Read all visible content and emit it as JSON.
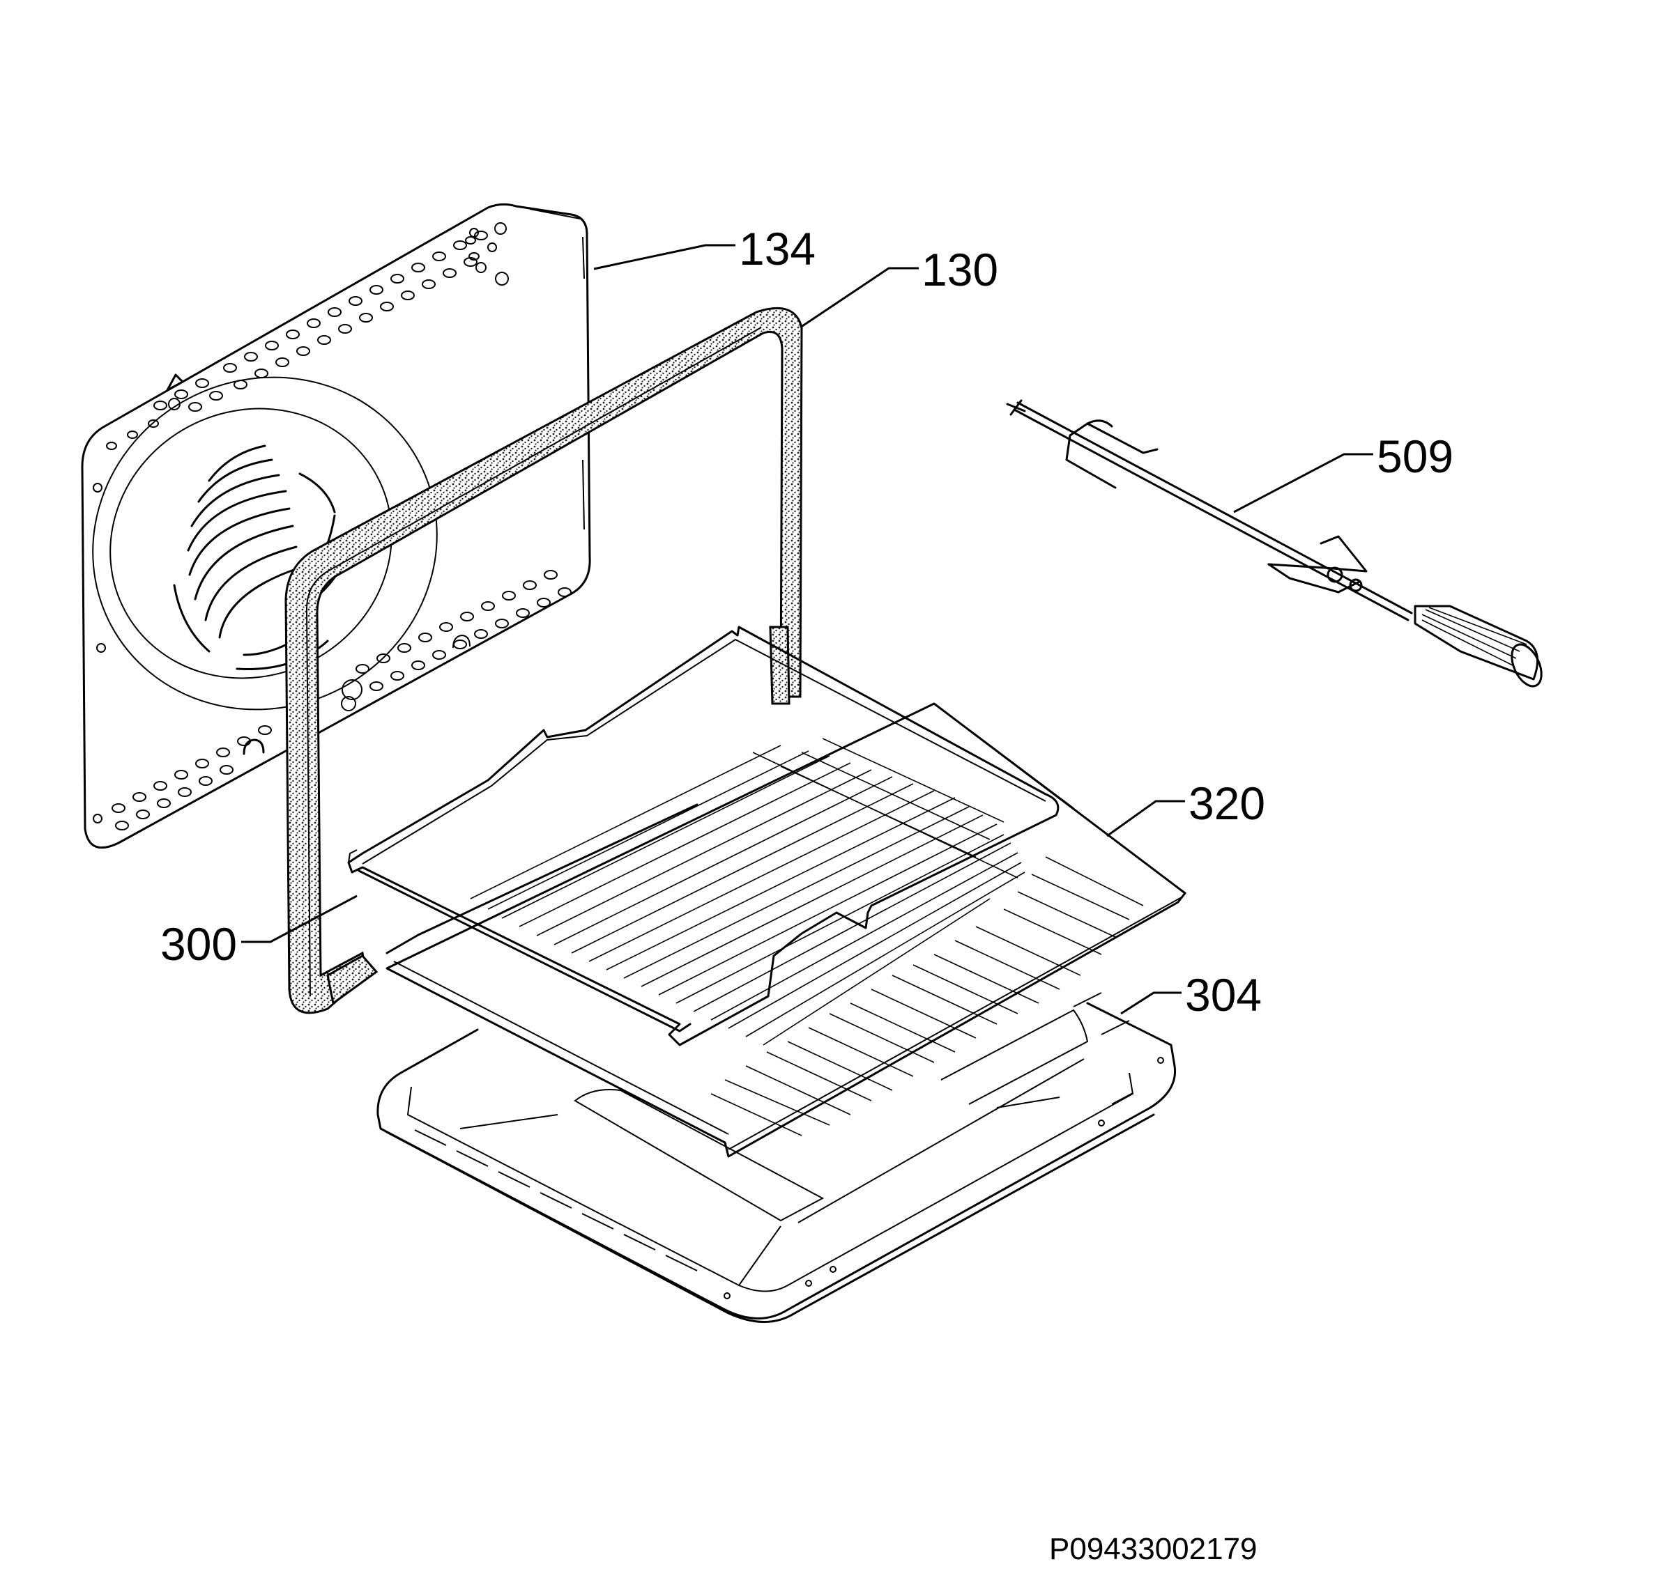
{
  "diagram": {
    "parts": [
      {
        "id": "rear-panel",
        "label": "134"
      },
      {
        "id": "door-seal",
        "label": "130"
      },
      {
        "id": "rotisserie-spit",
        "label": "509"
      },
      {
        "id": "baking-tray",
        "label": "320"
      },
      {
        "id": "wire-shelf",
        "label": "300"
      },
      {
        "id": "drip-pan",
        "label": "304"
      }
    ],
    "document_code": "P09433002179"
  }
}
